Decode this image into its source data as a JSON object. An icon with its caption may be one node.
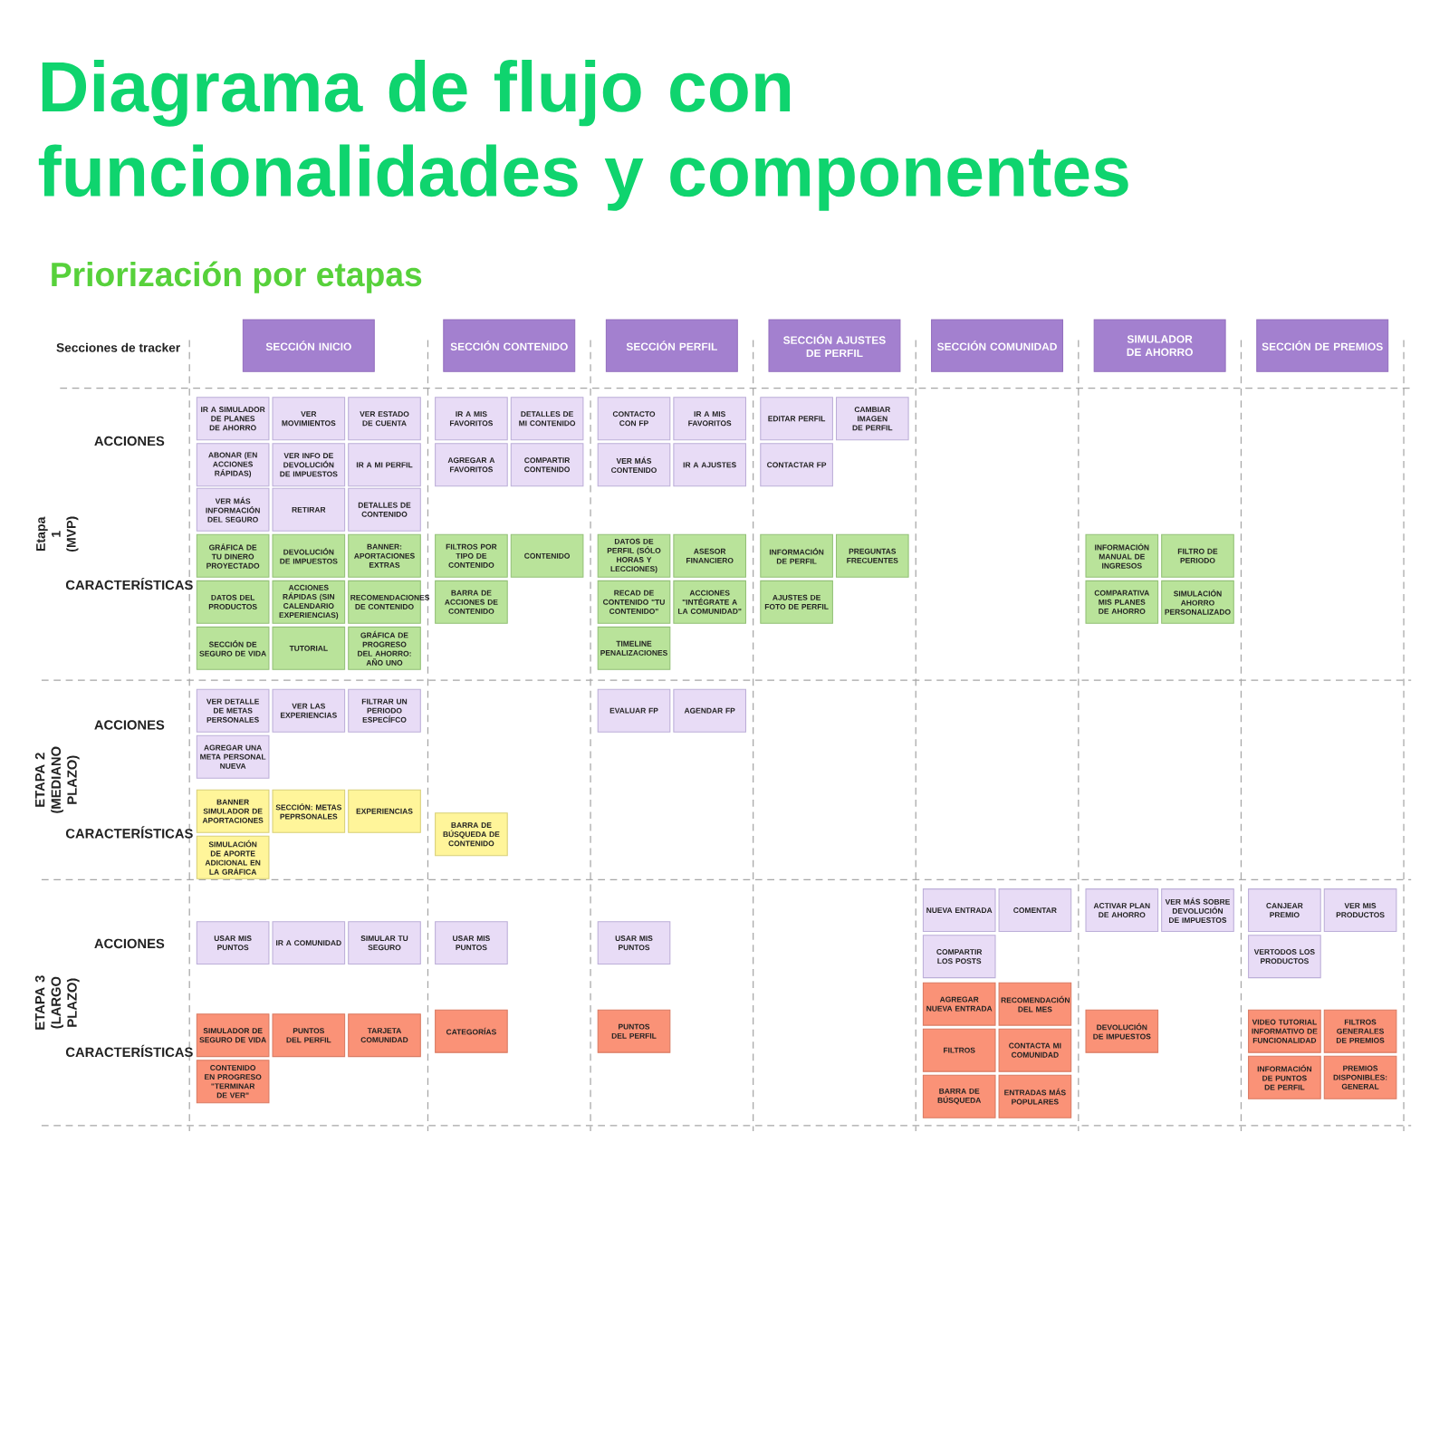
{
  "diagram": {
    "title": "Diagrama de flujo con funcionalidades y componentes",
    "nodes": [
      {
        "text": [
          "SECCIÓN INICIO"
        ]
      },
      {
        "text": [
          "SECCIÓN CONTENIDO"
        ]
      },
      {
        "text": [
          "SECCIÓN PERFIL"
        ]
      },
      {
        "text": [
          "SECCIÓN AJUSTES DE PERFIL"
        ]
      },
      {
        "text": [
          "SECCIÓN COMUNIDAD"
        ]
      },
      {
        "text": [
          "SIMULADOR DE AHORRO"
        ]
      },
      {
        "text": [
          "SECCIÓN DE PREMIOS"
        ]
      },
      {
        "text": [
          "IR A SIMULADOR DE PLANES DE AHORRO"
        ]
      },
      {
        "text": [
          "VER MOVIMIENTOS"
        ]
      },
      {
        "text": [
          "VER ESTADO DE CUENTA"
        ]
      },
      {
        "text": [
          "ABONAR (EN ACCIONES RÁPIDAS)"
        ]
      },
      {
        "text": [
          "VER INFO DE DEVOLUCIÓN DE IMPUESTOS"
        ]
      },
      {
        "text": [
          "IR A MI PERFIL"
        ]
      },
      {
        "text": [
          "VER MÁS INFORMACIÓN DEL SEGURO"
        ]
      },
      {
        "text": [
          "RETIRAR"
        ]
      },
      {
        "text": [
          "DETALLES DE CONTENIDO"
        ]
      },
      {
        "text": [
          "GRÁFICA DE TU DINERO PROYECTADO"
        ]
      },
      {
        "text": [
          "DEVOLUCIÓN DE IMPUESTOS"
        ]
      },
      {
        "text": [
          "BANNER: APORTACIONES EXTRAS"
        ]
      },
      {
        "text": [
          "DATOS DEL PRODUCTOS"
        ]
      },
      {
        "text": [
          "ACCIONES RÁPIDAS (SIN CALENDARIO EXPERIENCIAS)"
        ]
      },
      {
        "text": [
          "RECOMENDACIONES DE CONTENIDO"
        ]
      },
      {
        "text": [
          "SECCIÓN DE SEGURO DE VIDA"
        ]
      },
      {
        "text": [
          "TUTORIAL"
        ]
      },
      {
        "text": [
          "GRÁFICA DE PROGRESO DEL AHORRO: AÑO UNO"
        ]
      },
      {
        "text": [
          "IR A MIS FAVORITOS"
        ]
      },
      {
        "text": [
          "DETALLES DE MI CONTENIDO"
        ]
      },
      {
        "text": [
          "AGREGAR A FAVORITOS"
        ]
      },
      {
        "text": [
          "COMPARTIR CONTENIDO"
        ]
      },
      {
        "text": [
          "FILTROS POR TIPO DE CONTENIDO"
        ]
      },
      {
        "text": [
          "CONTENIDO"
        ]
      },
      {
        "text": [
          "BARRA DE ACCIONES DE CONTENIDO"
        ]
      },
      {
        "text": [
          "CONTACTO CON FP"
        ]
      },
      {
        "text": [
          "IR A MIS FAVORITOS"
        ]
      },
      {
        "text": [
          "VER MÁS CONTENIDO"
        ]
      },
      {
        "text": [
          "IR A AJUSTES"
        ]
      },
      {
        "text": [
          "DATOS DE PERFIL (SÓLO HORAS Y LECCIONES)"
        ]
      },
      {
        "text": [
          "ASESOR FINANCIERO"
        ]
      },
      {
        "text": [
          "RECAD DE CONTENIDO \"TU CONTENIDO\""
        ]
      },
      {
        "text": [
          "ACCIONES \"INTÉGRATE A LA COMUNIDAD\""
        ]
      },
      {
        "text": [
          "TIMELINE PENALIZACIONES"
        ]
      },
      {
        "text": [
          "EDITAR PERFIL"
        ]
      },
      {
        "text": [
          "CAMBIAR IMAGEN DE PERFIL"
        ]
      },
      {
        "text": [
          "CONTACTAR FP"
        ]
      },
      {
        "text": [
          "INFORMACIÓN DE PERFIL"
        ]
      },
      {
        "text": [
          "PREGUNTAS FRECUENTES"
        ]
      },
      {
        "text": [
          "AJUSTES DE FOTO DE PERFIL"
        ]
      },
      {
        "text": [
          "INFORMACIÓN MANUAL DE INGRESOS"
        ]
      },
      {
        "text": [
          "FILTRO DE PERIODO"
        ]
      },
      {
        "text": [
          "COMPARATIVA MIS PLANES DE AHORRO"
        ]
      },
      {
        "text": [
          "SIMULACIÓN AHORRO PERSONALIZADO"
        ]
      },
      {
        "text": [
          "VER DETALLE DE METAS PERSONALES"
        ]
      },
      {
        "text": [
          "VER LAS EXPERIENCIAS"
        ]
      },
      {
        "text": [
          "FILTRAR UN PERIODO ESPECÍFCO"
        ]
      },
      {
        "text": [
          "AGREGAR UNA META PERSONAL NUEVA"
        ]
      },
      {
        "text": [
          "BANNER SIMULADOR DE APORTACIONES"
        ]
      },
      {
        "text": [
          "SECCIÓN: METAS PEPRSONALES"
        ]
      },
      {
        "text": [
          "EXPERIENCIAS"
        ]
      },
      {
        "text": [
          "SIMULACIÓN DE APORTE ADICIONAL EN LA GRÁFICA"
        ]
      },
      {
        "text": [
          "BARRA DE BÚSQUEDA DE CONTENIDO"
        ]
      },
      {
        "text": [
          "EVALUAR FP"
        ]
      },
      {
        "text": [
          "AGENDAR FP"
        ]
      },
      {
        "text": [
          "USAR MIS PUNTOS"
        ]
      },
      {
        "text": [
          "IR A COMUNIDAD"
        ]
      },
      {
        "text": [
          "SIMULAR TU SEGURO"
        ]
      },
      {
        "text": [
          "SIMULADOR DE SEGURO DE VIDA"
        ]
      },
      {
        "text": [
          "PUNTOS DEL PERFIL"
        ]
      },
      {
        "text": [
          "TARJETA COMUNIDAD"
        ]
      },
      {
        "text": [
          "CONTENIDO EN PROGRESO \"TERMINAR DE VER\""
        ]
      },
      {
        "text": [
          "USAR MIS PUNTOS"
        ]
      },
      {
        "text": [
          "CATEGORÍAS"
        ]
      },
      {
        "text": [
          "USAR MIS PUNTOS"
        ]
      },
      {
        "text": [
          "PUNTOS DEL PERFIL"
        ]
      },
      {
        "text": [
          "NUEVA ENTRADA"
        ]
      },
      {
        "text": [
          "COMENTAR"
        ]
      },
      {
        "text": [
          "COMPARTIR LOS POSTS"
        ]
      },
      {
        "text": [
          "AGREGAR NUEVA ENTRADA"
        ]
      },
      {
        "text": [
          "RECOMENDACIÓN DEL MES"
        ]
      },
      {
        "text": [
          "FILTROS"
        ]
      },
      {
        "text": [
          "CONTACTA MI COMUNIDAD"
        ]
      },
      {
        "text": [
          "BARRA DE BÚSQUEDA"
        ]
      },
      {
        "text": [
          "ENTRADAS MÁS POPULARES"
        ]
      },
      {
        "text": [
          "ACTIVAR PLAN DE AHORRO"
        ]
      },
      {
        "text": [
          "VER MÁS SOBRE DEVOLUCIÓN DE IMPUESTOS"
        ]
      },
      {
        "text": [
          "DEVOLUCIÓN DE IMPUESTOS"
        ]
      },
      {
        "text": [
          "CANJEAR PREMIO"
        ]
      },
      {
        "text": [
          "VER MIS PRODUCTOS"
        ]
      },
      {
        "text": [
          "VERTODOS LOS PRODUCTOS"
        ]
      },
      {
        "text": [
          "VIDEO TUTORIAL INFORMATIVO DE FUNCIONALIDAD"
        ]
      },
      {
        "text": [
          "FILTROS GENERALES DE PREMIOS"
        ]
      },
      {
        "text": [
          "INFORMACIÓN DE PUNTOS DE PERFIL"
        ]
      },
      {
        "text": [
          "PREMIOS DISPONIBLES: GENERAL"
        ]
      }
    ],
    "labels": [
      "Priorización por etapas",
      "Secciones de tracker",
      "Etapa 1 (MVP)",
      "ACCIONES",
      "CARACTERÍSTICAS",
      "ETAPA 2 (MEDIANO PLAZO)",
      "ACCIONES",
      "CARACTERÍSTICAS",
      "ETAPA 3 (LARGO PLAZO)",
      "ACCIONES",
      "CARACTERÍSTICAS"
    ]
  }
}
